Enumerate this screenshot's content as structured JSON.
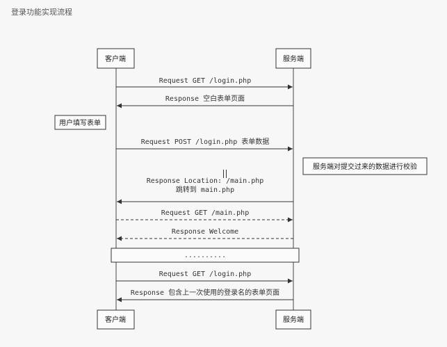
{
  "title": "登录功能实现流程",
  "participants": {
    "client_top": "客户端",
    "server_top": "服务端",
    "client_bottom": "客户端",
    "server_bottom": "服务端"
  },
  "notes": {
    "user_fill": "用户填写表单",
    "server_check": "服务端对提交过来的数据进行校验"
  },
  "messages": [
    {
      "label": "Request GET /login.php",
      "direction": "right",
      "style": "solid"
    },
    {
      "label": "Response 空白表单页面",
      "direction": "left",
      "style": "solid"
    },
    {
      "label": "Request POST /login.php 表单数据",
      "direction": "right",
      "style": "solid"
    },
    {
      "label": "Response Location: /main.php",
      "label2": "跳转到 main.php",
      "direction": "left",
      "style": "solid"
    },
    {
      "label": "Request GET /main.php",
      "direction": "right",
      "style": "dashed"
    },
    {
      "label": "Response Welcome",
      "direction": "left",
      "style": "dashed"
    },
    {
      "label": "Request GET /login.php",
      "direction": "right",
      "style": "solid"
    },
    {
      "label": "Response 包含上一次使用的登录名的表单页面",
      "direction": "left",
      "style": "solid"
    }
  ],
  "divider": ".........."
}
